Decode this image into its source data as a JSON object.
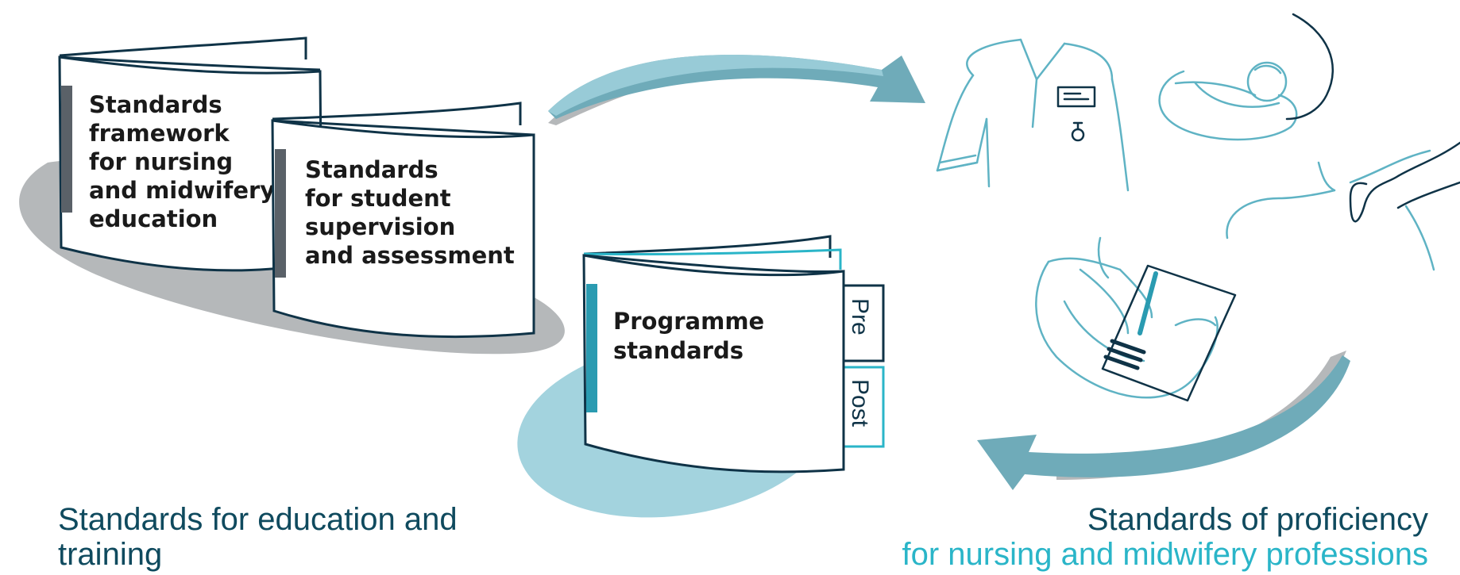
{
  "colors": {
    "navy": "#0f3347",
    "teal": "#2a9bb1",
    "light_teal": "#a3d3de",
    "arrow_teal": "#6fabb9",
    "grey_shadow": "#b5b8ba",
    "dark_grey_spine": "#5a6168"
  },
  "books": {
    "framework": {
      "line1": "Standards",
      "line2": "framework",
      "line3": "for nursing",
      "line4": "and midwifery",
      "line5": "education"
    },
    "supervision": {
      "line1": "Standards",
      "line2": "for student",
      "line3": "supervision",
      "line4": "and assessment"
    },
    "programme": {
      "line1": "Programme",
      "line2": "standards",
      "tab_pre": "Pre",
      "tab_post": "Post"
    }
  },
  "captions": {
    "left": "Standards for education and training",
    "right_main": "Standards of proficiency",
    "right_sub": "for nursing and midwifery professions",
    "right_sub_color": "#2ab5c8"
  },
  "icons": [
    "nurse-uniform-icon",
    "baby-icon",
    "patient-icon",
    "person-reading-icon",
    "curved-arrow-icon"
  ]
}
